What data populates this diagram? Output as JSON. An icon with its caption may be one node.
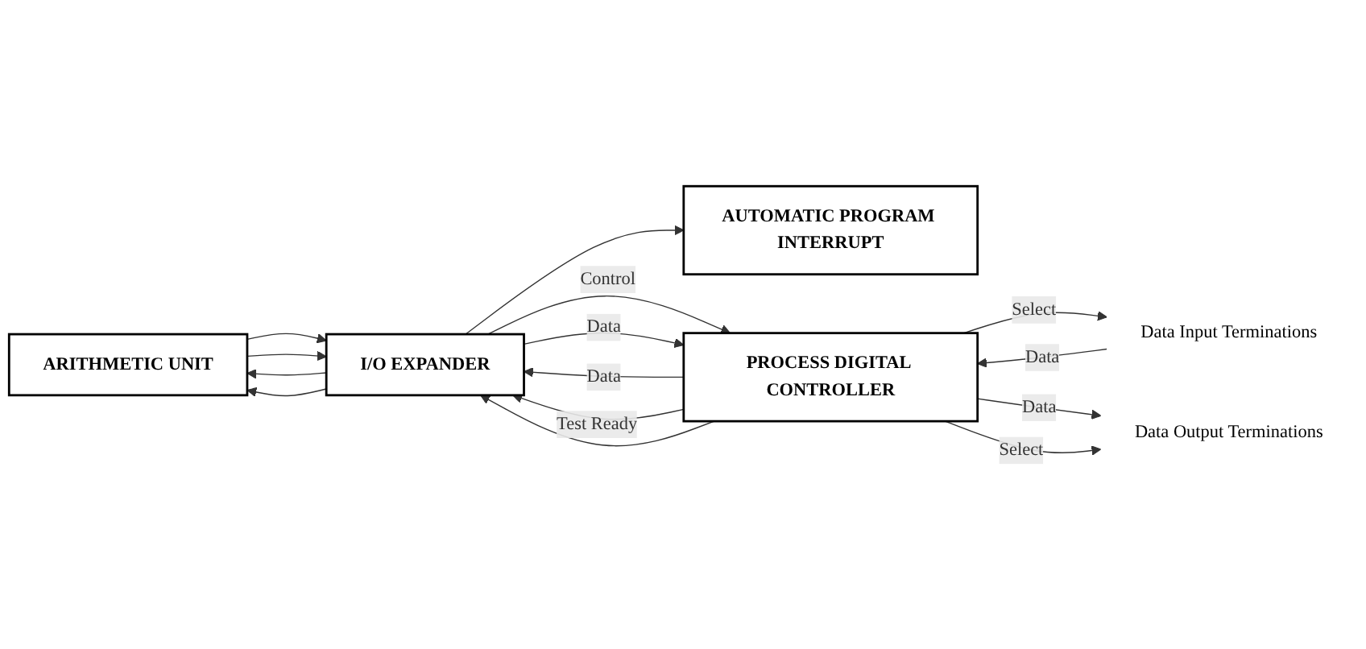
{
  "diagram": {
    "nodes": [
      {
        "text": [
          "ARITHMETIC UNIT"
        ]
      },
      {
        "text": [
          "AUTOMATIC PROGRAM INTERRUPT"
        ]
      },
      {
        "text": [
          "I/O EXPANDER"
        ]
      },
      {
        "text": [
          "PROCESS DIGITAL CONTROLLER"
        ]
      },
      {
        "text": [
          "Data Input Terminations"
        ]
      },
      {
        "text": [
          "Data Output Terminations"
        ]
      }
    ],
    "edges": [
      {
        "from": 0,
        "to": 2,
        "arrow": "to"
      },
      {
        "from": 0,
        "to": 2,
        "arrow": "to"
      },
      {
        "from": 2,
        "to": 0,
        "arrow": "to"
      },
      {
        "from": 2,
        "to": 0,
        "arrow": "to"
      },
      {
        "from": 2,
        "to": 1,
        "arrow": "to"
      },
      {
        "from": 2,
        "to": 3,
        "label": "Control",
        "arrow": "to"
      },
      {
        "from": 2,
        "to": 3,
        "label": "Data",
        "arrow": "to"
      },
      {
        "from": 3,
        "to": 2,
        "label": "Data",
        "arrow": "to"
      },
      {
        "from": 3,
        "to": 2,
        "label": "Test Ready",
        "arrow": "to"
      },
      {
        "from": 3,
        "to": 2,
        "arrow": "to"
      },
      {
        "from": 3,
        "to": 4,
        "label": "Select",
        "arrow": "to"
      },
      {
        "from": 4,
        "to": 3,
        "label": "Data",
        "arrow": "to"
      },
      {
        "from": 3,
        "to": 5,
        "label": "Data",
        "arrow": "to"
      },
      {
        "from": 3,
        "to": 5,
        "label": "Select",
        "arrow": "to"
      }
    ]
  }
}
